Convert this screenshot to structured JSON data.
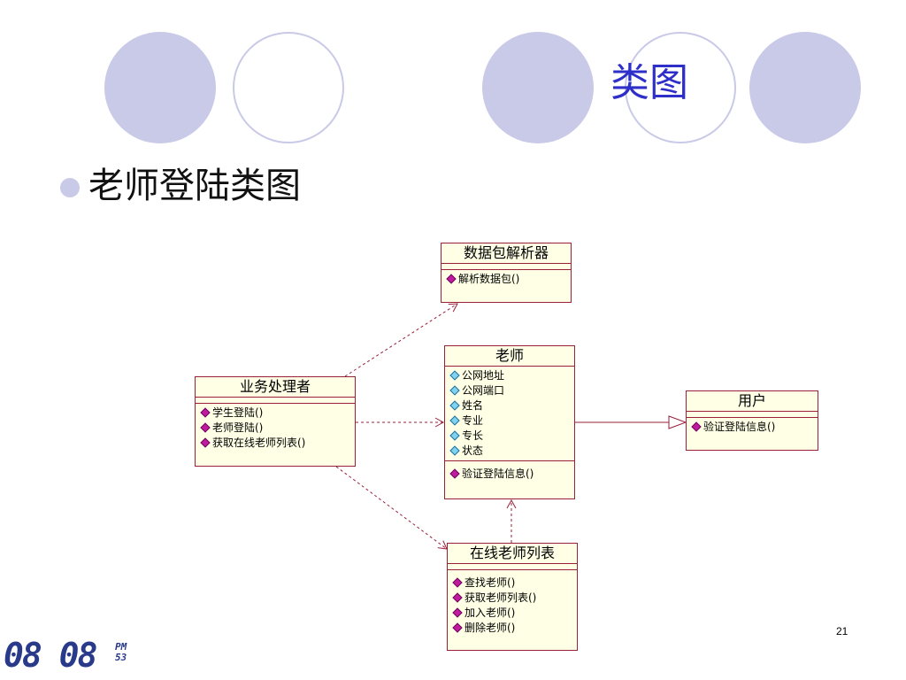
{
  "slide": {
    "title": "类图",
    "bullet": "老师登陆类图",
    "page_number": "21"
  },
  "clock": {
    "time": "08 08",
    "ampm": "PM",
    "seconds": "53"
  },
  "diagram": {
    "classes": {
      "parser": {
        "name": "数据包解析器",
        "attributes": [],
        "operations": [
          "解析数据包()"
        ]
      },
      "business": {
        "name": "业务处理者",
        "attributes": [],
        "operations": [
          "学生登陆()",
          "老师登陆()",
          "获取在线老师列表()"
        ]
      },
      "teacher": {
        "name": "老师",
        "attributes": [
          "公网地址",
          "公网端口",
          "姓名",
          "专业",
          "专长",
          "状态"
        ],
        "operations": [
          "验证登陆信息()"
        ]
      },
      "user": {
        "name": "用户",
        "attributes": [],
        "operations": [
          "验证登陆信息()"
        ]
      },
      "online": {
        "name": "在线老师列表",
        "attributes": [],
        "operations": [
          "查找老师()",
          "获取老师列表()",
          "加入老师()",
          "删除老师()"
        ]
      }
    },
    "relations": [
      {
        "from": "业务处理者",
        "to": "数据包解析器",
        "kind": "dependency"
      },
      {
        "from": "业务处理者",
        "to": "老师",
        "kind": "dependency"
      },
      {
        "from": "业务处理者",
        "to": "在线老师列表",
        "kind": "dependency"
      },
      {
        "from": "在线老师列表",
        "to": "老师",
        "kind": "dependency"
      },
      {
        "from": "老师",
        "to": "用户",
        "kind": "generalization"
      }
    ],
    "colors": {
      "class_fill": "#ffffe6",
      "class_border": "#9a1f3a",
      "operation_icon": "#c01aa0",
      "attribute_icon": "#7fd3f0",
      "decoration": "#c9c9e8",
      "title": "#2e2ec9"
    }
  }
}
